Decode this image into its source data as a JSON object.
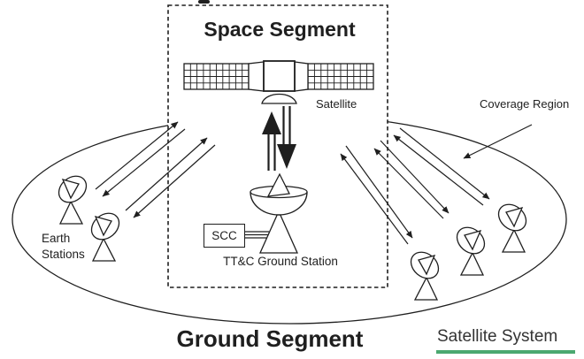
{
  "colors": {
    "ink": "#1f1f1f",
    "accent_green": "#4ba870",
    "satellite_system_text": "#333333"
  },
  "labels": {
    "space_segment": "Space Segment",
    "satellite": "Satellite",
    "coverage_region": "Coverage Region",
    "earth_stations_line1": "Earth",
    "earth_stations_line2": "Stations",
    "scc": "SCC",
    "ttc_ground_station": "TT&C Ground Station",
    "ground_segment": "Ground Segment",
    "satellite_system": "Satellite System"
  }
}
